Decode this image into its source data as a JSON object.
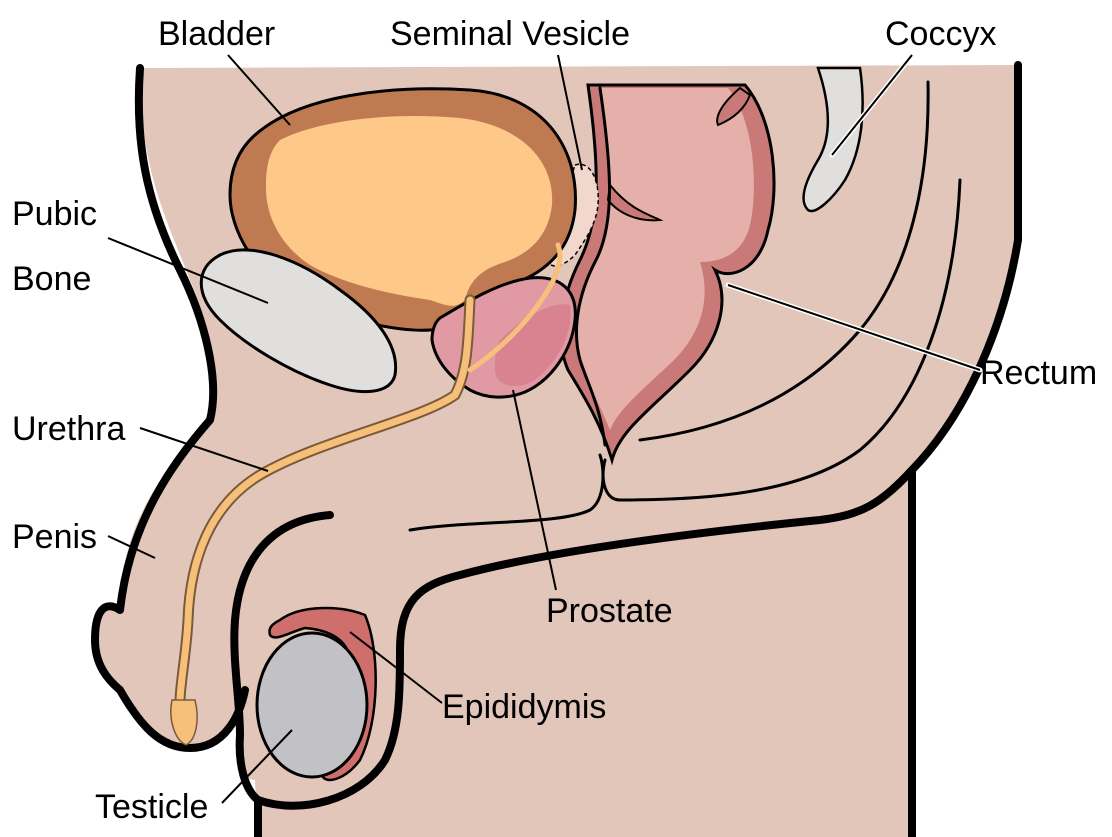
{
  "labels": {
    "bladder": "Bladder",
    "seminal_vesicle": "Seminal Vesicle",
    "coccyx": "Coccyx",
    "pubic": "Pubic",
    "bone": "Bone",
    "rectum": "Rectum",
    "urethra": "Urethra",
    "penis": "Penis",
    "prostate": "Prostate",
    "epididymis": "Epididymis",
    "testicle": "Testicle"
  },
  "colors": {
    "background": "#ffffff",
    "skin": "#e2c6ba",
    "bladder_wall": "#c07a52",
    "bladder_lumen": "#fec888",
    "urethra": "#f7c07a",
    "bone": "#e0dfdd",
    "prostate_light": "#e19aa4",
    "prostate_dark": "#d98390",
    "rectum_wall": "#c97a78",
    "rectum_lumen": "#e6b0aa",
    "seminal_vesicle": "#f2d7cd",
    "testicle": "#c2c1c6",
    "epididymis": "#cf6f6c",
    "outline": "#000000"
  }
}
